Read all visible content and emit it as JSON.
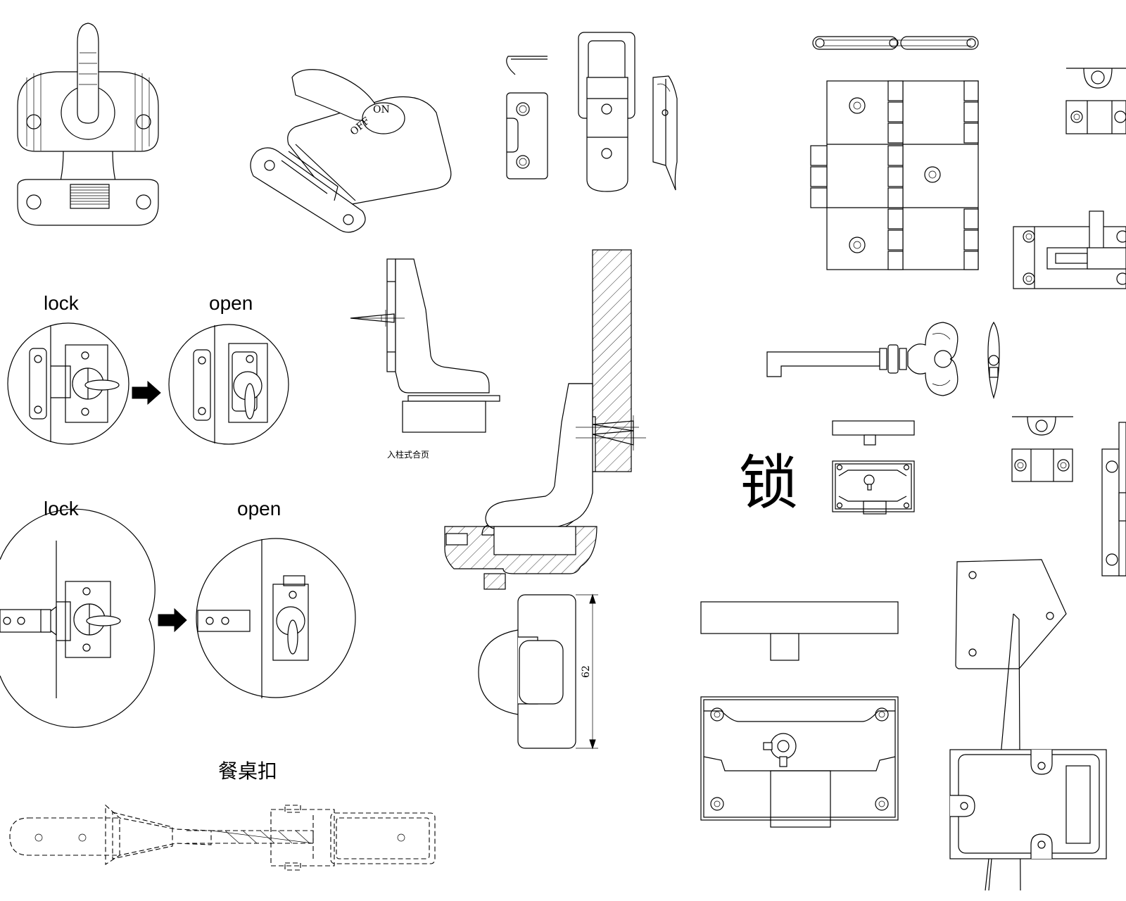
{
  "labels": {
    "lock_1": "lock",
    "open_1": "open",
    "lock_2": "lock",
    "open_2": "open",
    "table_latch": "餐桌扣",
    "hinge_caption": "入柱式合页",
    "lock_char": "锁",
    "dimension": "62",
    "dial_off": "OFF",
    "dial_on": "ON"
  }
}
